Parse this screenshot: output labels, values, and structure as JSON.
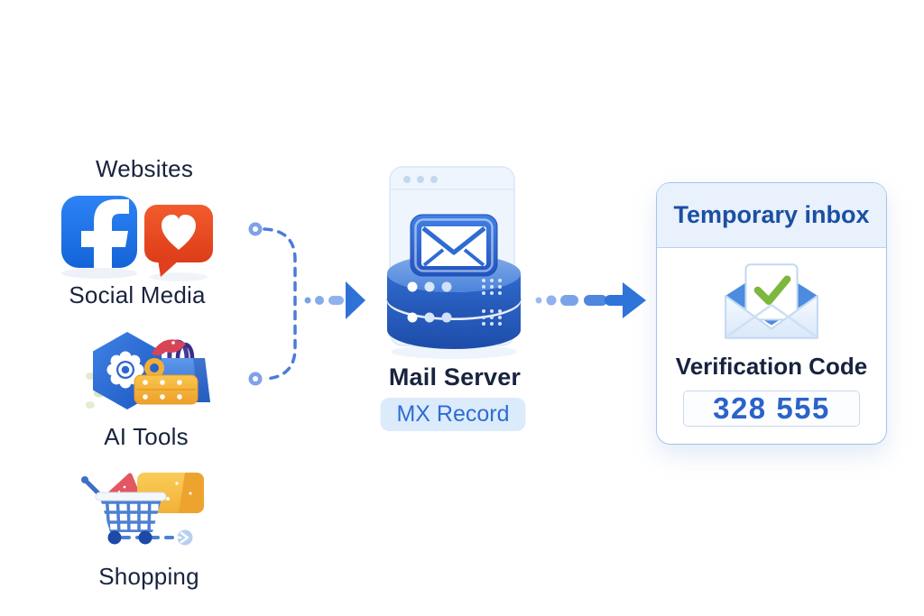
{
  "sources": {
    "websites": {
      "label": "Websites"
    },
    "social_media": {
      "label": "Social Media"
    },
    "ai_tools": {
      "label": "AI Tools"
    },
    "shopping": {
      "label": "Shopping"
    }
  },
  "mail_server": {
    "label": "Mail Server",
    "badge": "MX Record"
  },
  "inbox": {
    "title": "Temporary inbox",
    "verification_label": "Verification Code",
    "code": "328 555"
  },
  "icons": {
    "facebook": "facebook-icon",
    "like": "like-heart-bubble-icon",
    "ai_hexagon_gear": "ai-gear-hexagon-icon",
    "shopping_bag": "shopping-bag-icon",
    "database_stack": "amber-stack-icon",
    "shopping_cart": "shopping-cart-icon",
    "folder": "folder-icon",
    "mail_server_window": "mail-server-window-icon",
    "envelope_tile": "envelope-tile-icon",
    "server_stack": "server-cylinder-icon",
    "open_envelope_check": "open-envelope-check-icon",
    "merge_connector": "merge-connector-icon",
    "merge_arrow": "merge-arrow-icon",
    "delivery_arrow": "delivery-arrow-icon"
  },
  "colors": {
    "facebook_blue": "#1877f2",
    "like_orange": "#e8482a",
    "arrow_blue": "#2e74d9",
    "heading_dark": "#18233e",
    "inbox_title_blue": "#1c4fa2",
    "mx_text_blue": "#2f6cd3",
    "mx_pill_bg": "#dcebfb",
    "code_blue": "#2a63ca",
    "check_green": "#7cb83e",
    "card_border": "#a5c3ec",
    "card_header_bg": "#e8f1fc",
    "server_blue": "#2c63c6",
    "amber": "#f3b33c"
  }
}
